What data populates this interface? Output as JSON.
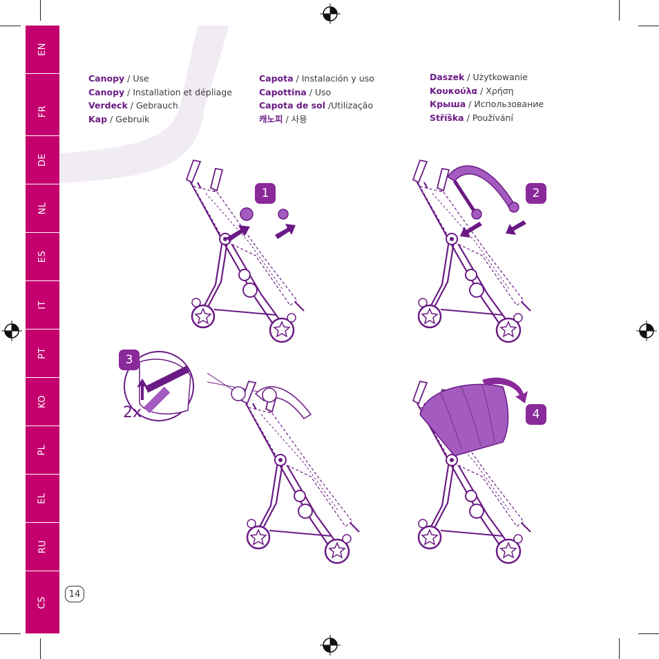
{
  "sidebar": {
    "languages": [
      "EN",
      "FR",
      "DE",
      "NL",
      "ES",
      "IT",
      "PT",
      "KO",
      "PL",
      "EL",
      "RU",
      "CS"
    ]
  },
  "header": {
    "col1": [
      {
        "keyword": "Canopy",
        "text": " / Use"
      },
      {
        "keyword": "Canopy",
        "text": " / Installation et dépliage"
      },
      {
        "keyword": "Verdeck",
        "text": " / Gebrauch"
      },
      {
        "keyword": "Kap",
        "text": " / Gebruik"
      }
    ],
    "col2": [
      {
        "keyword": "Capota",
        "text": " / Instalación y uso"
      },
      {
        "keyword": "Capottina",
        "text": " / Uso"
      },
      {
        "keyword": "Capota de sol",
        "text": " /Utilização"
      },
      {
        "keyword": "캐노피",
        "text": " / 사용"
      }
    ],
    "col3": [
      {
        "keyword": "Daszek",
        "text": " / Użytkowanie"
      },
      {
        "keyword": "Κουκούλα",
        "text": " / Χρήση"
      },
      {
        "keyword": "Крыша",
        "text": " / Использование"
      },
      {
        "keyword": "Stříška",
        "text": " / Používání"
      }
    ]
  },
  "steps": {
    "step1": "1",
    "step2": "2",
    "step3": "3",
    "step4": "4",
    "repeat": "2x"
  },
  "page_number": "14",
  "colors": {
    "sidebar": "#c4006e",
    "accent_purple": "#8a2a9a",
    "canopy": "#a35bbf",
    "swoosh": "#f1ecf4",
    "frame_line": "#6a1a84"
  }
}
